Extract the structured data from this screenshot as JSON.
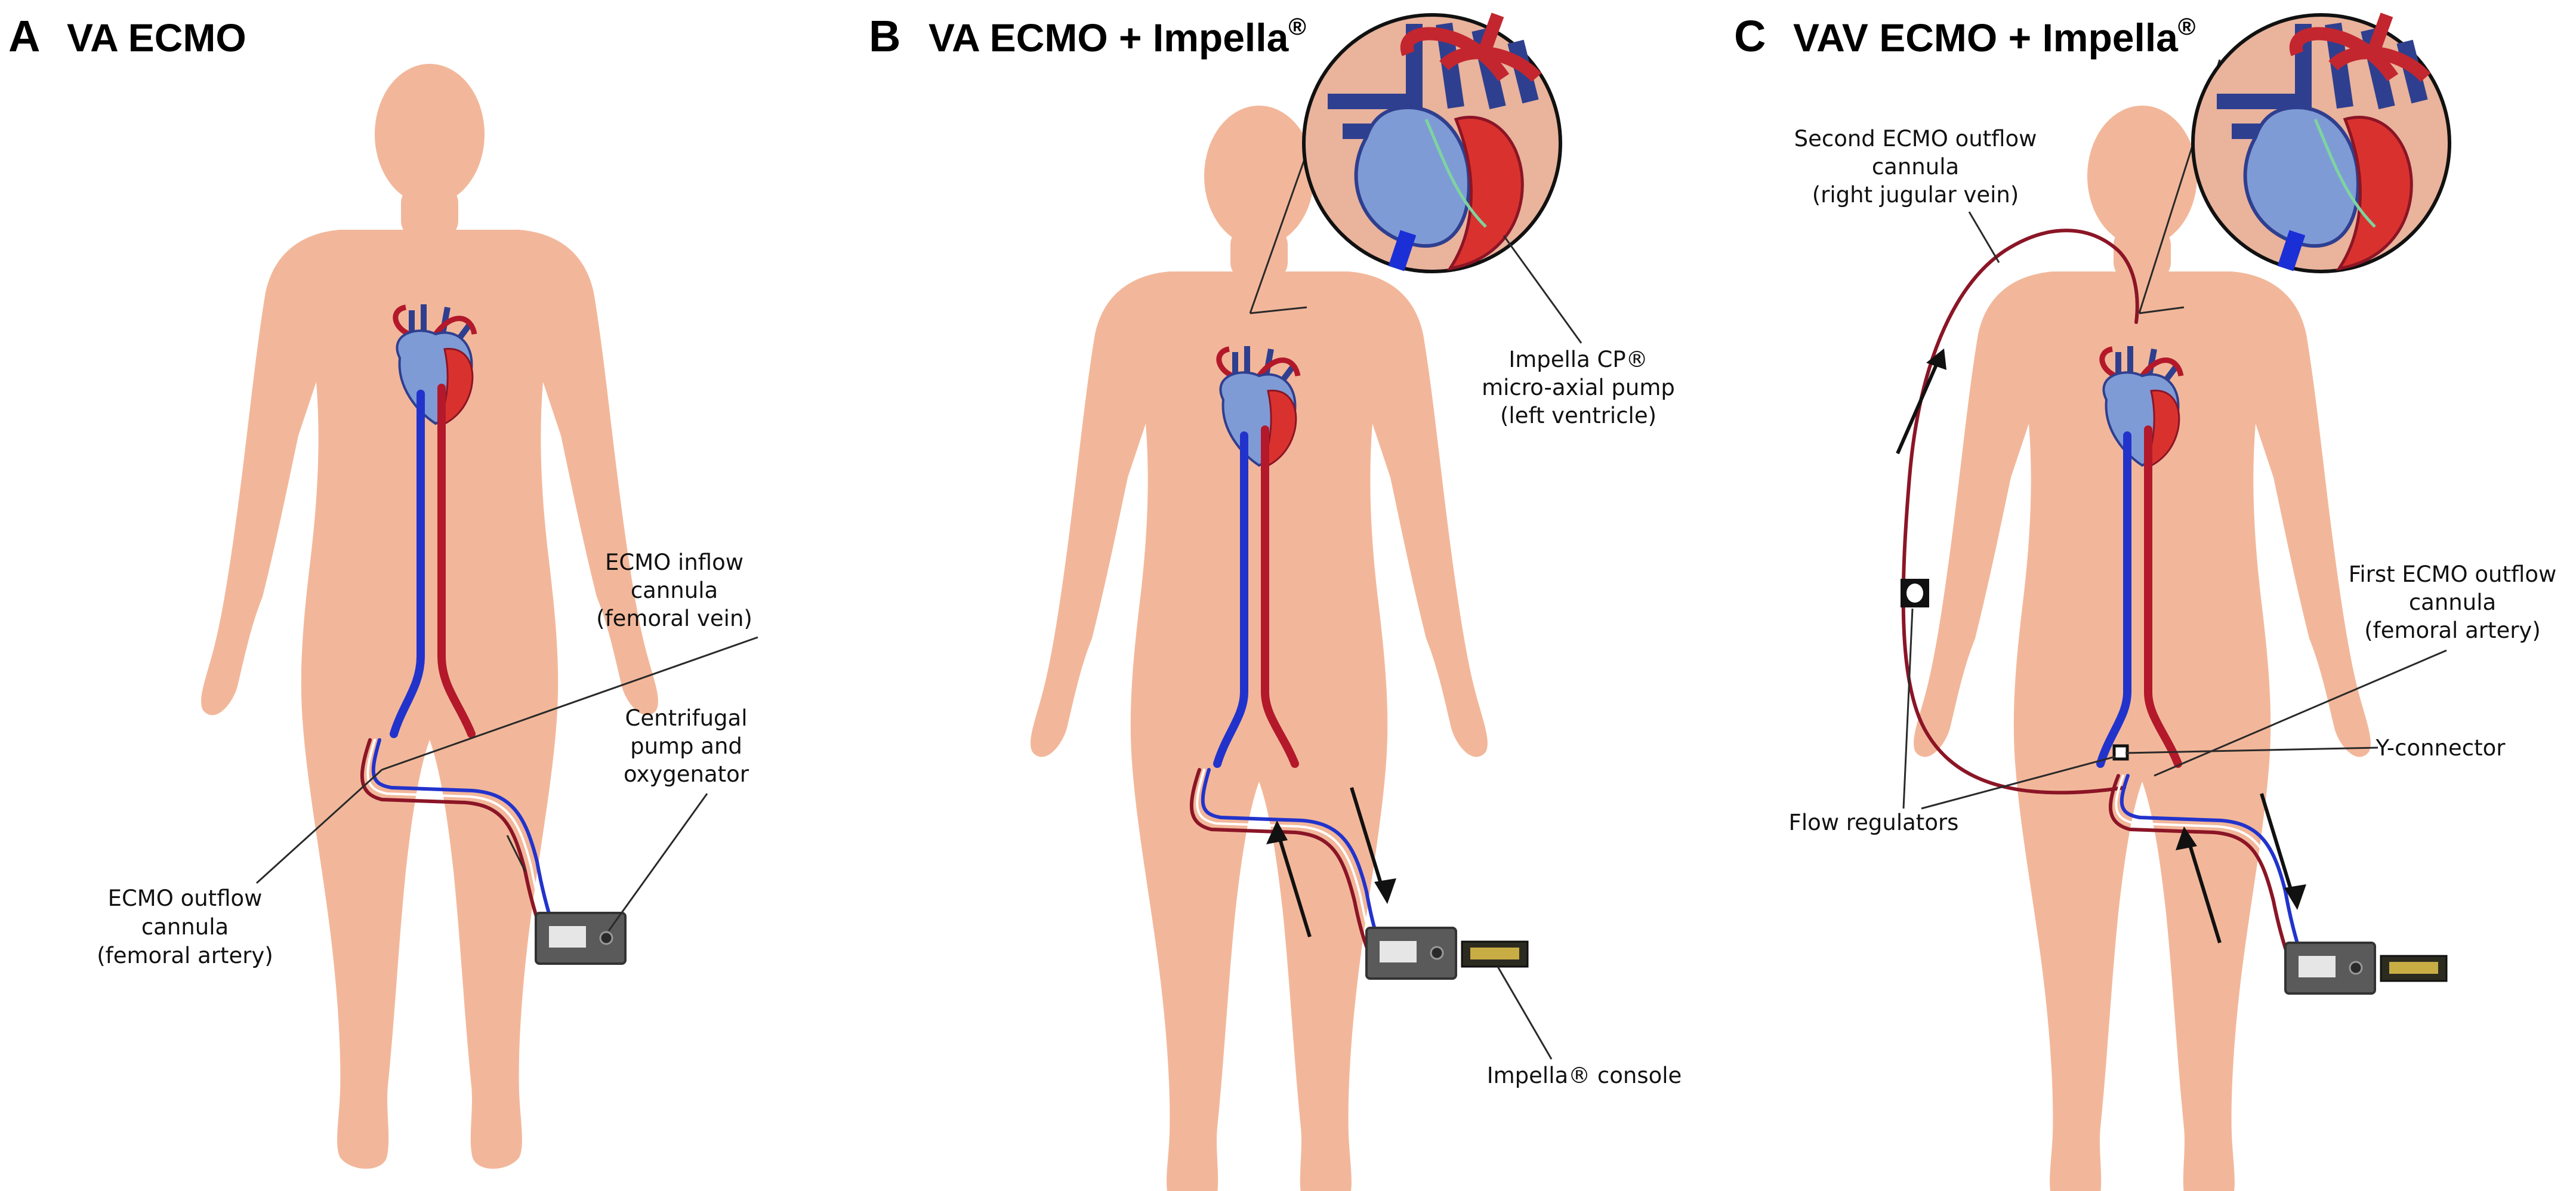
{
  "panels": [
    {
      "letter": "A",
      "title": "VA ECMO",
      "labels": {
        "inflow": [
          "ECMO inflow",
          "cannula",
          "(femoral vein)"
        ],
        "pump": [
          "Centrifugal",
          "pump and",
          "oxygenator"
        ],
        "outflow": [
          "ECMO outflow",
          "cannula",
          "(femoral artery)"
        ]
      }
    },
    {
      "letter": "B",
      "title": "VA ECMO + Impella",
      "title_sup": "®",
      "labels": {
        "impella_pump": [
          "Impella CP®",
          "micro-axial pump",
          "(left ventricle)"
        ],
        "console": [
          "Impella® console"
        ]
      }
    },
    {
      "letter": "C",
      "title": "VAV ECMO + Impella",
      "title_sup": "®",
      "labels": {
        "second_outflow": [
          "Second ECMO outflow",
          "cannula",
          "(right jugular vein)"
        ],
        "first_outflow": [
          "First ECMO outflow",
          "cannula",
          "(femoral artery)"
        ],
        "y_connector": [
          "Y-connector"
        ],
        "flow_regulators": [
          "Flow regulators"
        ]
      }
    }
  ],
  "colors": {
    "skin": "#f2b79a",
    "artery": "#b3192a",
    "vein": "#2233cc",
    "heart_blue": "#7f9bd6",
    "heart_red": "#d9322e",
    "device": "#555555",
    "console": "#b59a3a"
  }
}
